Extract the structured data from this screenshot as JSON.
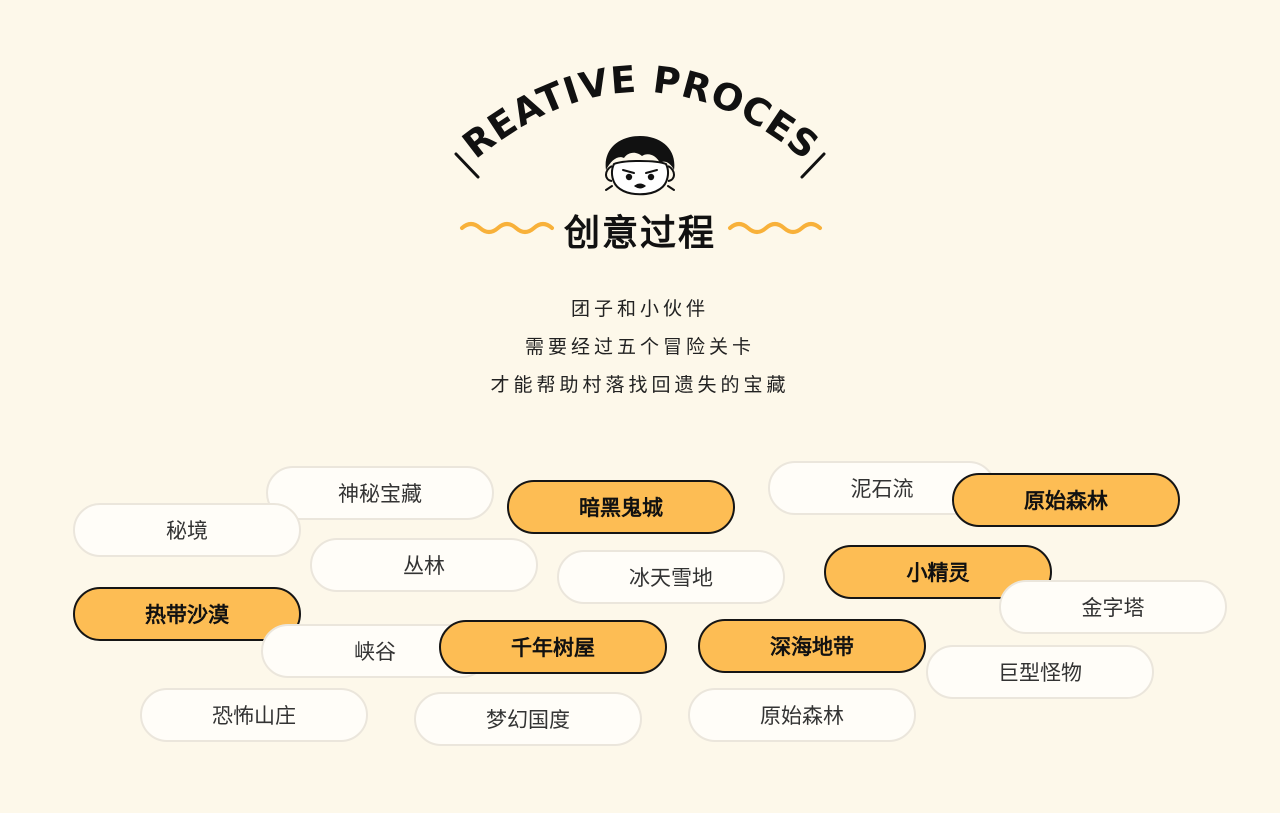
{
  "header": {
    "title_en": "CREATIVE PROCESS",
    "title_cn": "创意过程"
  },
  "colors": {
    "background": "#fdf8ea",
    "accent": "#fdbd54",
    "wave": "#f8b13a",
    "text": "#111111"
  },
  "intro": {
    "lines": [
      "团子和小伙伴",
      "需要经过五个冒险关卡",
      "才能帮助村落找回遗失的宝藏"
    ]
  },
  "tags": [
    {
      "label": "神秘宝藏",
      "highlight": false
    },
    {
      "label": "秘境",
      "highlight": false
    },
    {
      "label": "暗黑鬼城",
      "highlight": true
    },
    {
      "label": "泥石流",
      "highlight": false
    },
    {
      "label": "原始森林",
      "highlight": true
    },
    {
      "label": "丛林",
      "highlight": false
    },
    {
      "label": "冰天雪地",
      "highlight": false
    },
    {
      "label": "小精灵",
      "highlight": true
    },
    {
      "label": "热带沙漠",
      "highlight": true
    },
    {
      "label": "金字塔",
      "highlight": false
    },
    {
      "label": "峡谷",
      "highlight": false
    },
    {
      "label": "千年树屋",
      "highlight": true
    },
    {
      "label": "深海地带",
      "highlight": true
    },
    {
      "label": "巨型怪物",
      "highlight": false
    },
    {
      "label": "恐怖山庄",
      "highlight": false
    },
    {
      "label": "梦幻国度",
      "highlight": false
    },
    {
      "label": "原始森林",
      "highlight": false
    }
  ]
}
